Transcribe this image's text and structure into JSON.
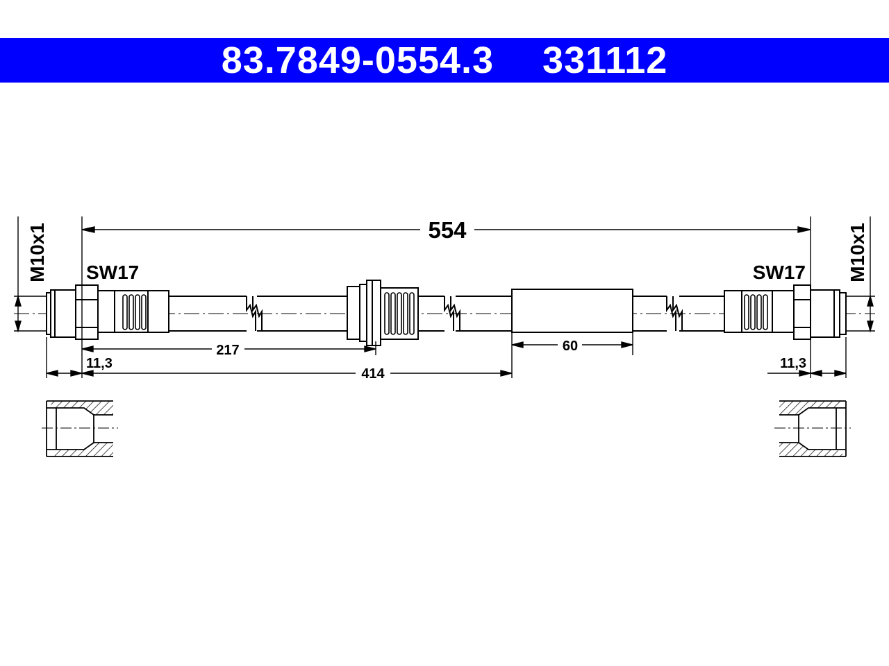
{
  "header": {
    "part_number": "83.7849-0554.3",
    "code": "331112",
    "background_color": "#0000ff",
    "text_color": "#ffffff"
  },
  "dimensions": {
    "overall_length": "554",
    "left_thread": "M10x1",
    "right_thread": "M10x1",
    "left_wrench": "SW17",
    "right_wrench": "SW17",
    "to_bracket": "217",
    "to_sleeve": "414",
    "sleeve_length": "60",
    "left_end_length": "11,3",
    "right_end_length": "11,3"
  }
}
